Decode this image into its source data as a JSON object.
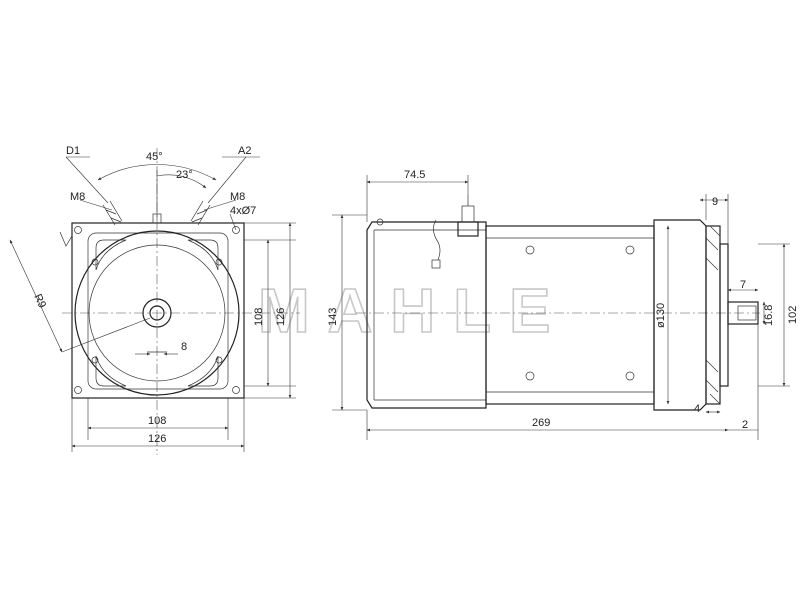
{
  "brand": "MAHLE",
  "front_view": {
    "labels": {
      "terminal_left": "D1",
      "terminal_right": "A2",
      "angle_top": "45°",
      "angle_mid": "23°",
      "thread_left": "M8",
      "thread_right": "M8",
      "mount_holes": "4xØ7",
      "shaft_radius": "R9",
      "shaft_key": "8"
    },
    "dims": {
      "inner_height": "108",
      "outer_height": "126",
      "inner_width": "108",
      "outer_width": "126"
    }
  },
  "side_view": {
    "dims": {
      "terminal_offset": "74.5",
      "total_height": "143",
      "body_diameter": "ø130",
      "flange_thickness": "9",
      "shaft_length": "7",
      "shaft_dia": "16.8",
      "pilot_dia": "102",
      "flange_step": "4",
      "total_length": "269",
      "shaft_end": "2"
    }
  }
}
